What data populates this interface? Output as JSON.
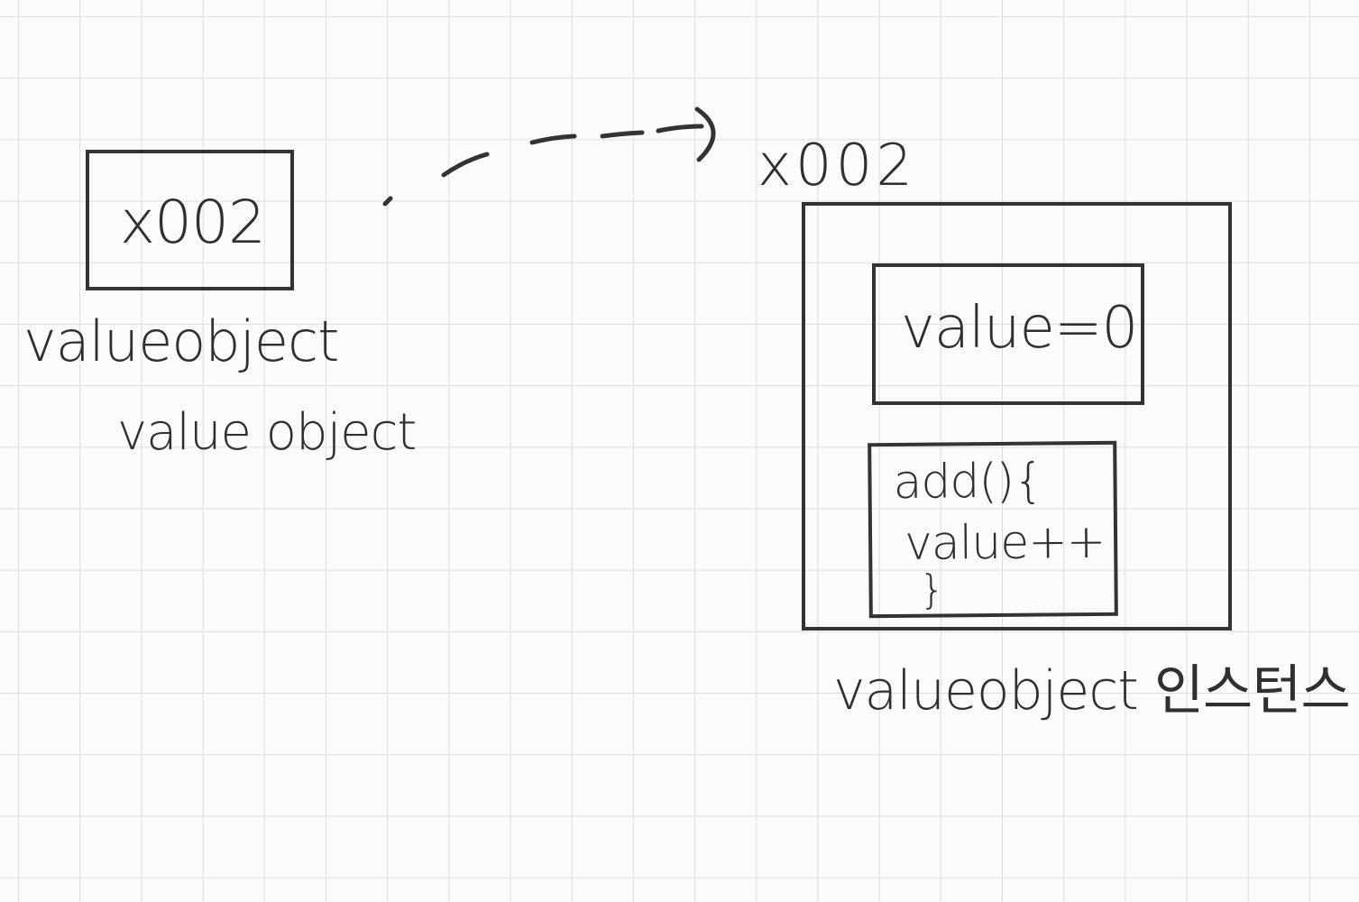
{
  "reference_box": {
    "address": "x002",
    "label_1": "valueobject",
    "label_2": "value object"
  },
  "arrow_target_address": "x002",
  "instance": {
    "field": "value=0",
    "method_lines": [
      "add(){",
      "value++",
      "}"
    ],
    "caption": "valueobject 인스턴스"
  },
  "colors": {
    "ink": "#333333",
    "grid": "#dcdcdc",
    "paper": "#fbfbfb"
  }
}
